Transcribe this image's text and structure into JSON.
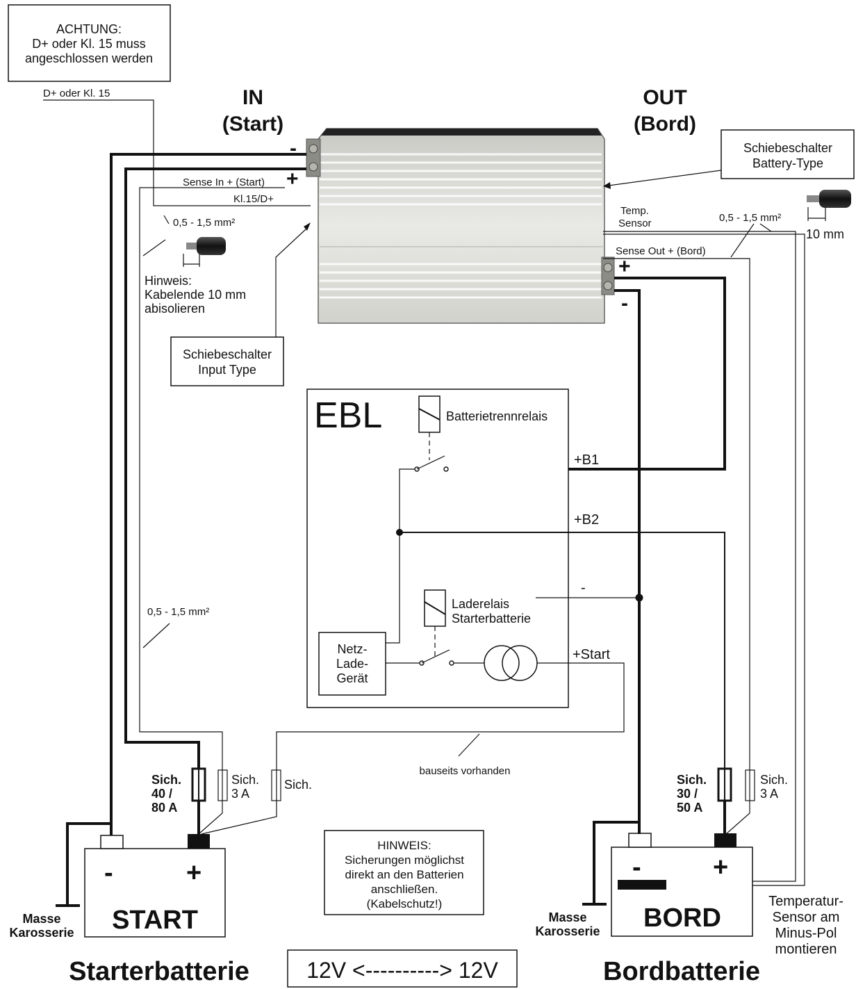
{
  "labels": {
    "achtung": [
      "ACHTUNG:",
      "D+ oder Kl. 15 muss",
      "angeschlossen werden"
    ],
    "d_plus": "D+ oder Kl. 15",
    "in_title": [
      "IN",
      "(Start)"
    ],
    "out_title": [
      "OUT",
      "(Bord)"
    ],
    "sense_in": "Sense In + (Start)",
    "kl15": "Kl.15/D+",
    "cross_section_top_left": "0,5 - 1,5 mm²",
    "cross_section_top_right": "0,5 - 1,5 mm²",
    "cross_section_mid_left": "0,5 - 1,5 mm²",
    "hinweis_strip": [
      "Hinweis:",
      "Kabelende 10 mm",
      "abisolieren"
    ],
    "switch_input": [
      "Schiebeschalter",
      "Input Type"
    ],
    "switch_battery": [
      "Schiebeschalter",
      "Battery-Type"
    ],
    "temp_sensor": [
      "Temp.",
      "Sensor"
    ],
    "sense_out": "Sense Out + (Bord)",
    "ten_mm": "10 mm",
    "minus": "-",
    "plus": "+",
    "ebl_title": "EBL",
    "batterietrennrelais": "Batterietrennrelais",
    "b1": "+B1",
    "b2": "+B2",
    "ebl_minus": "-",
    "laderelais": [
      "Laderelais",
      "Starterbatterie"
    ],
    "netzladegeraet": [
      "Netz-",
      "Lade-",
      "Gerät"
    ],
    "plus_start": "+Start",
    "bauseits": "bauseits vorhanden",
    "fuse_start_main": [
      "Sich.",
      "40 /",
      "80 A"
    ],
    "fuse_start_sense": [
      "Sich.",
      "3 A"
    ],
    "fuse_start_ext": "Sich.",
    "fuse_bord_main": [
      "Sich.",
      "30 /",
      "50 A"
    ],
    "fuse_bord_sense": [
      "Sich.",
      "3 A"
    ],
    "battery_start": "START",
    "battery_bord": "BORD",
    "masse_left": [
      "Masse",
      "Karosserie"
    ],
    "masse_right": [
      "Masse",
      "Karosserie"
    ],
    "hinweis_box": [
      "HINWEIS:",
      "Sicherungen möglichst",
      "direkt an den Batterien",
      "anschließen.",
      "(Kabelschutz!)"
    ],
    "temperatur_sensor": [
      "Temperatur-",
      "Sensor am",
      "Minus-Pol",
      "montieren"
    ],
    "starterbatterie": "Starterbatterie",
    "bordbatterie": "Bordbatterie",
    "voltage": "12V <----------> 12V"
  }
}
